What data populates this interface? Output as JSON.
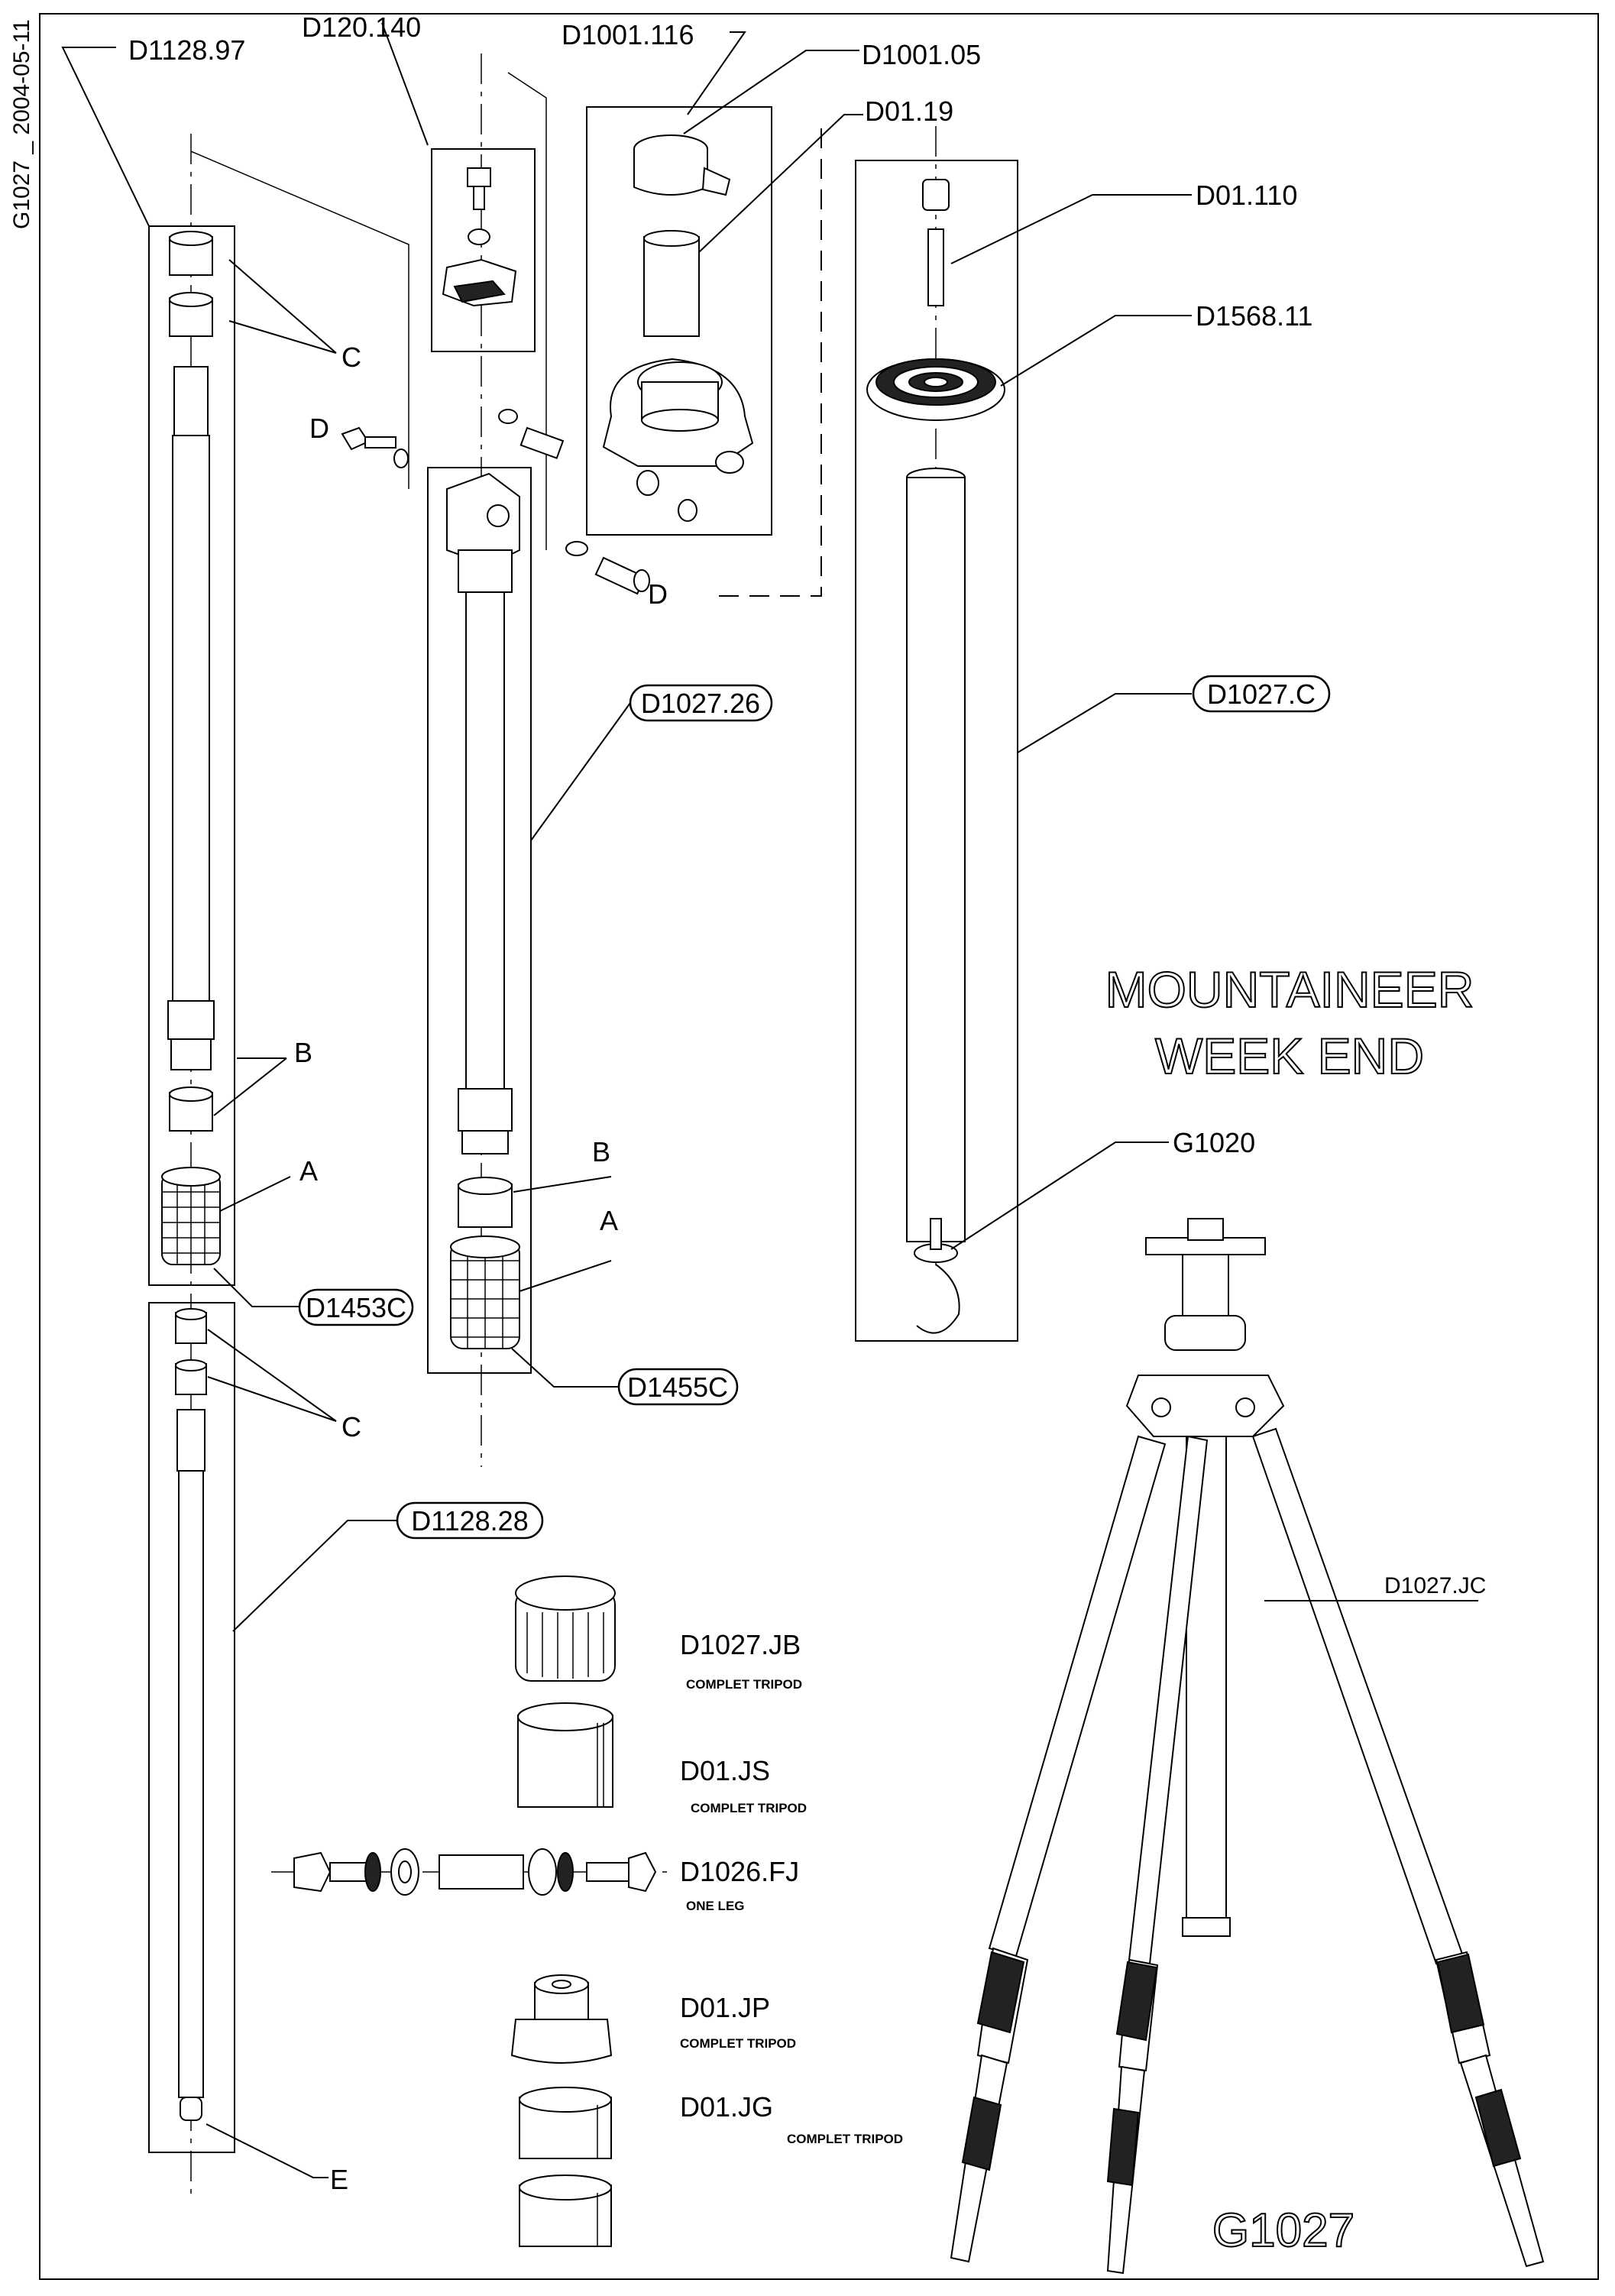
{
  "drawing": {
    "id_stamp": "G1027 _ 2004-05-11",
    "title_line1": "MOUNTAINEER",
    "title_line2": "WEEK END",
    "model": "G1027"
  },
  "callouts": {
    "d1128_97": "D1128.97",
    "d120_140": "D120.140",
    "d1001_116": "D1001.116",
    "d1001_05": "D1001.05",
    "d01_19": "D01.19",
    "d01_110": "D01.110",
    "d1568_11": "D1568.11",
    "d1027_c": "D1027.C",
    "d1027_26": "D1027.26",
    "g1020": "G1020",
    "d1453c": "D1453C",
    "d1455c": "D1455C",
    "d1128_28": "D1128.28",
    "d1027_jc": "D1027.JC",
    "c_top": "C",
    "c_bottom": "C",
    "d_left": "D",
    "d_right": "D",
    "b_left": "B",
    "b_right": "B",
    "a_left": "A",
    "a_right": "A",
    "e": "E"
  },
  "kits": [
    {
      "code": "D1027.JB",
      "note": "COMPLET TRIPOD"
    },
    {
      "code": "D01.JS",
      "note": "COMPLET TRIPOD"
    },
    {
      "code": "D1026.FJ",
      "note": "ONE LEG"
    },
    {
      "code": "D01.JP",
      "note": "COMPLET TRIPOD"
    },
    {
      "code": "D01.JG",
      "note": "COMPLET TRIPOD"
    }
  ]
}
